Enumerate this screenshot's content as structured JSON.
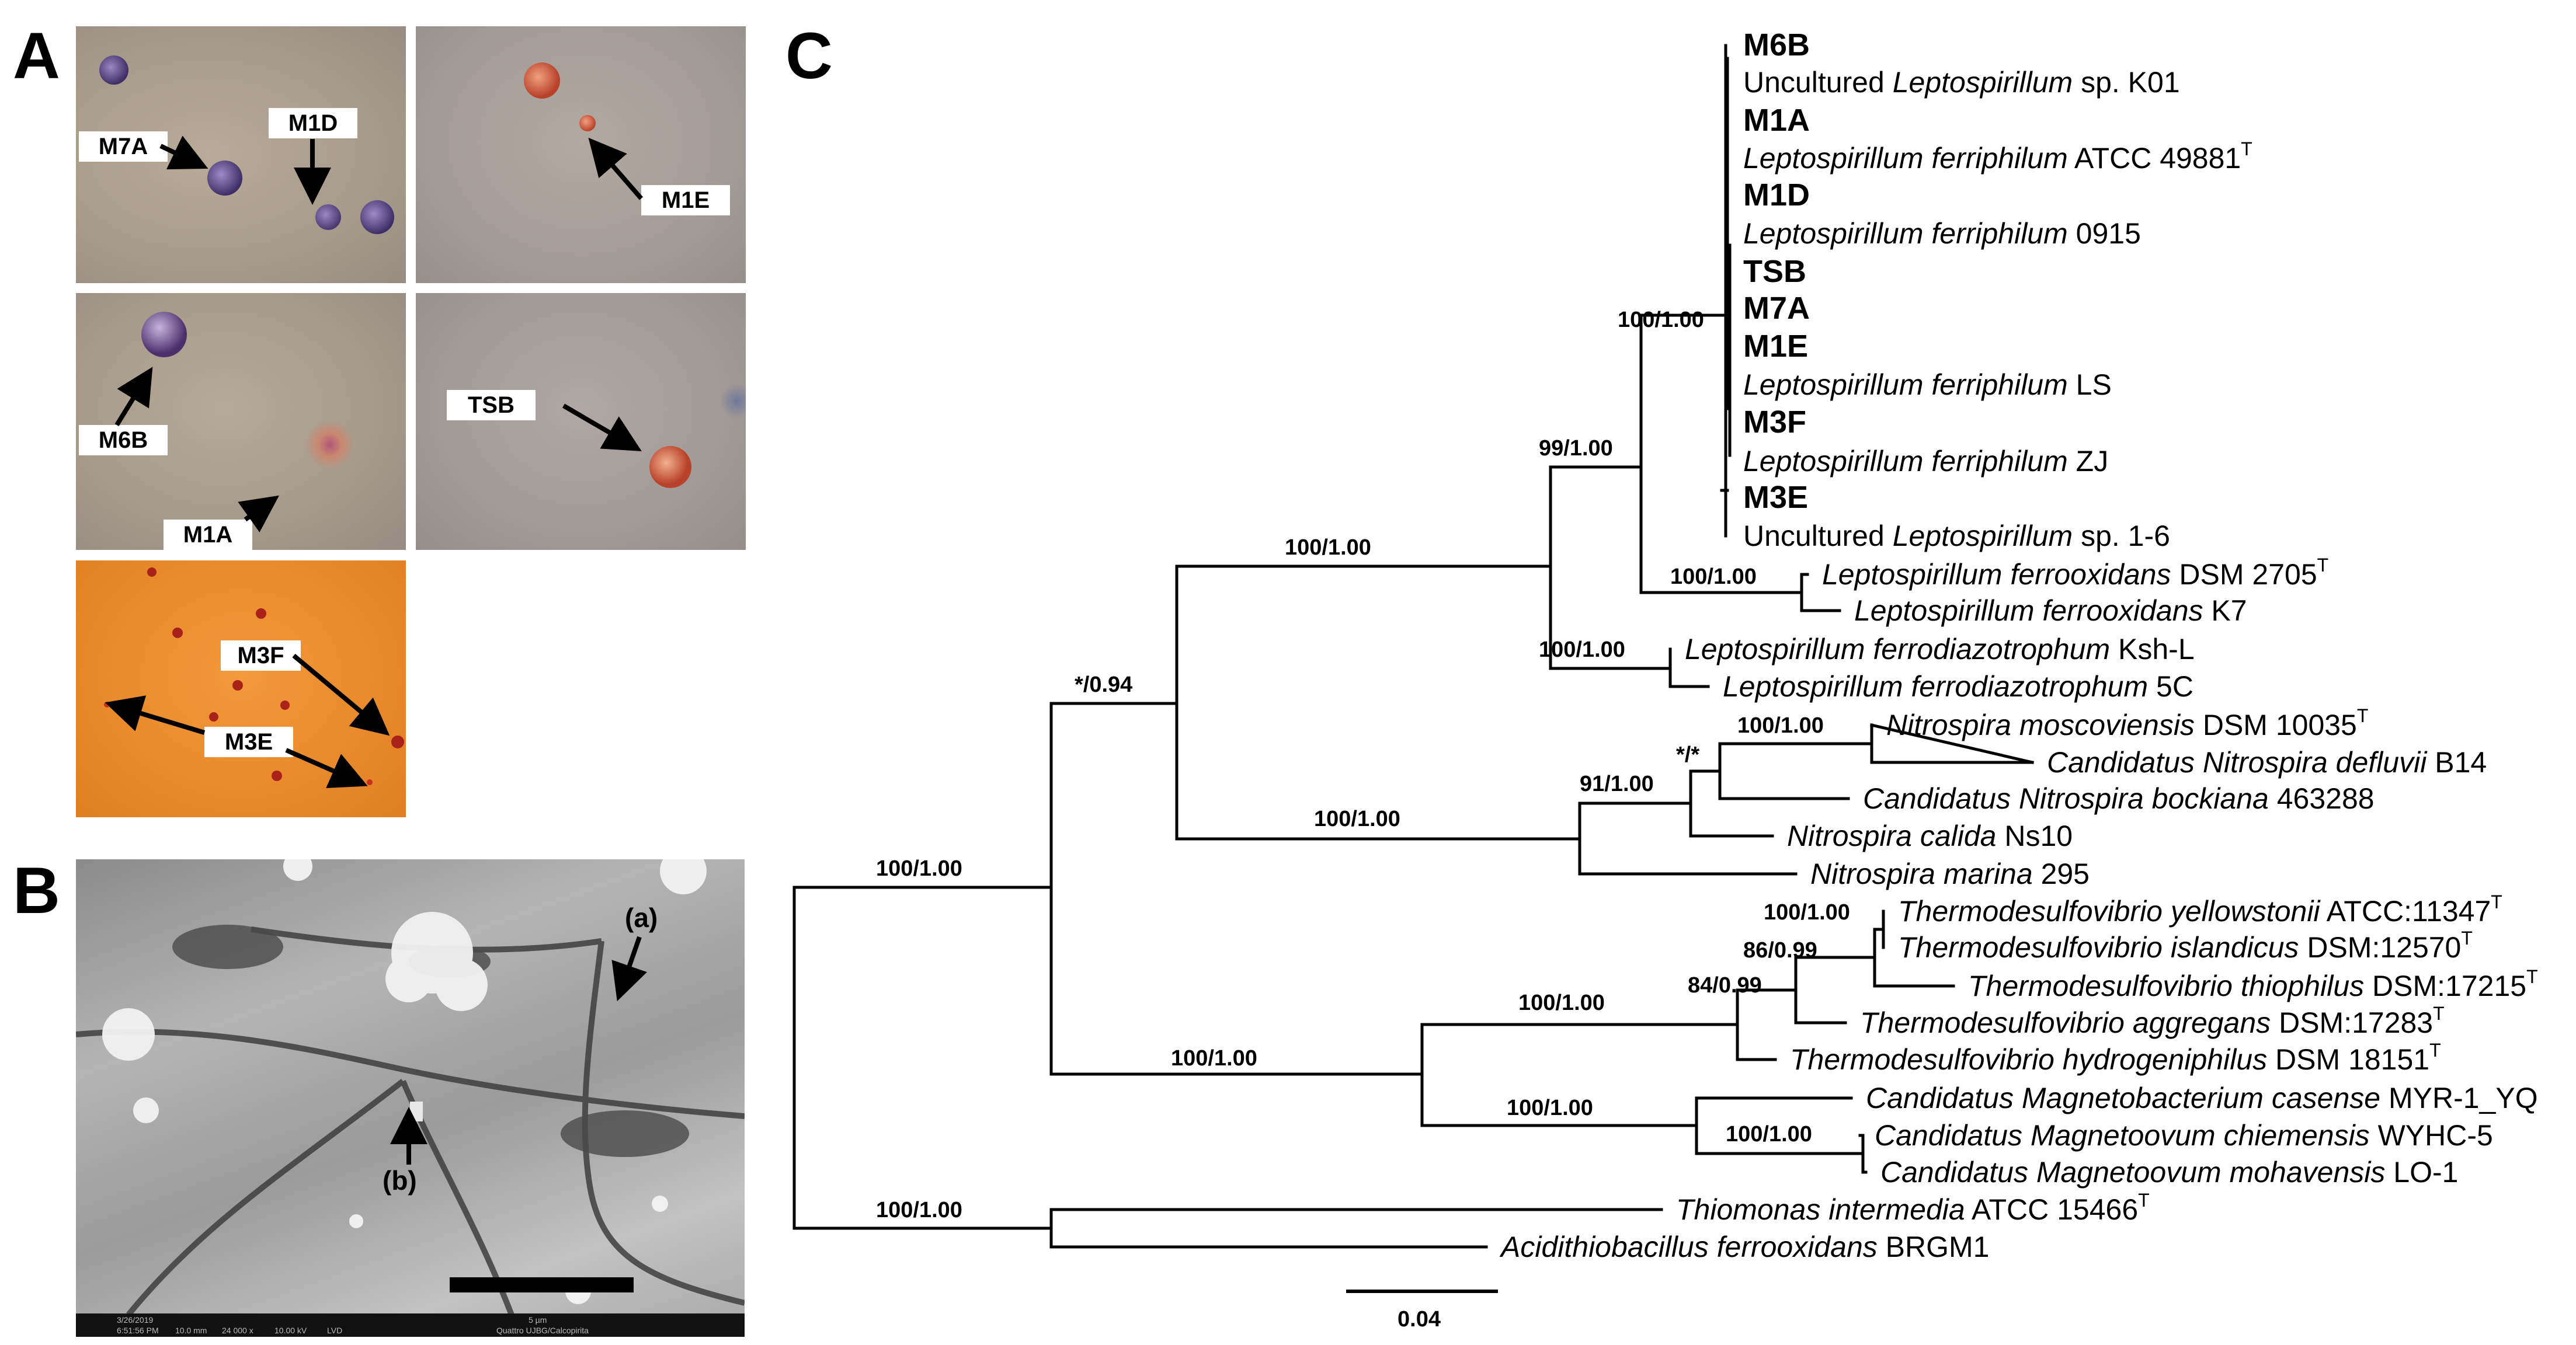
{
  "panels": {
    "a": {
      "letter": "A",
      "labels": [
        "M7A",
        "M1D",
        "M1E",
        "M6B",
        "TSB",
        "M1A",
        "M3F",
        "M3E"
      ]
    },
    "b": {
      "letter": "B",
      "markers": [
        "(a)",
        "(b)"
      ],
      "scale_label": "5 µm",
      "footer": {
        "date": "3/26/2019",
        "time": "6:51:56 PM",
        "wd": "10.0 mm",
        "mag": "24 000 x",
        "hv": "10.00 kV",
        "det": "LVD",
        "instrument": "Quattro UJBG/Calcopirita"
      }
    },
    "c": {
      "letter": "C",
      "scale_bar": "0.04",
      "tree": {
        "taxa": [
          {
            "name": "M6B",
            "bold": true
          },
          {
            "pre": "Uncultured ",
            "it": "Leptospirillum",
            "post": " sp. K01"
          },
          {
            "name": "M1A",
            "bold": true
          },
          {
            "it": "Leptospirillum ferriphilum",
            "post": " ATCC 49881",
            "sup": "T"
          },
          {
            "name": "M1D",
            "bold": true
          },
          {
            "it": "Leptospirillum ferriphilum",
            "post": " 0915"
          },
          {
            "name": "TSB",
            "bold": true
          },
          {
            "name": "M7A",
            "bold": true
          },
          {
            "name": "M1E",
            "bold": true
          },
          {
            "it": "Leptospirillum ferriphilum",
            "post": " LS"
          },
          {
            "name": "M3F",
            "bold": true
          },
          {
            "it": "Leptospirillum ferriphilum",
            "post": " ZJ"
          },
          {
            "name": "M3E",
            "bold": true
          },
          {
            "pre": "Uncultured ",
            "it": "Leptospirillum",
            "post": " sp. 1-6"
          },
          {
            "it": "Leptospirillum ferrooxidans",
            "post": " DSM 2705",
            "sup": "T"
          },
          {
            "it": "Leptospirillum ferrooxidans",
            "post": " K7"
          },
          {
            "it": "Leptospirillum ferrodiazotrophum",
            "post": " Ksh-L"
          },
          {
            "it": "Leptospirillum ferrodiazotrophum",
            "post": " 5C"
          },
          {
            "it": "Nitrospira moscoviensis",
            "post": " DSM 10035",
            "sup": "T"
          },
          {
            "it": "Candidatus Nitrospira defluvii",
            "post": " B14"
          },
          {
            "it": "Candidatus Nitrospira bockiana",
            "post": " 463288"
          },
          {
            "it": "Nitrospira calida",
            "post": " Ns10"
          },
          {
            "it": "Nitrospira marina",
            "post": " 295"
          },
          {
            "it": "Thermodesulfovibrio yellowstonii",
            "post": " ATCC:11347",
            "sup": "T"
          },
          {
            "it": "Thermodesulfovibrio islandicus",
            "post": " DSM:12570",
            "sup": "T"
          },
          {
            "it": "Thermodesulfovibrio thiophilus",
            "post": " DSM:17215",
            "sup": "T"
          },
          {
            "it": "Thermodesulfovibrio aggregans",
            "post": " DSM:17283",
            "sup": "T"
          },
          {
            "it": "Thermodesulfovibrio hydrogeniphilus",
            "post": " DSM 18151",
            "sup": "T"
          },
          {
            "it": "Candidatus Magnetobacterium casense",
            "post": " MYR-1_YQ"
          },
          {
            "it": "Candidatus Magnetoovum chiemensis",
            "post": " WYHC-5"
          },
          {
            "it": "Candidatus Magnetoovum mohavensis",
            "post": " LO-1"
          },
          {
            "it": "Thiomonas intermedia",
            "post": " ATCC 15466",
            "sup": "T"
          },
          {
            "it": "Acidithiobacillus ferrooxidans",
            "post": " BRGM1"
          }
        ],
        "supports": [
          "100/1.00",
          "99/1.00",
          "100/1.00",
          "100/1.00",
          "100/1.00",
          "*/0.94",
          "100/1.00",
          "*/*",
          "91/1.00",
          "100/1.00",
          "100/1.00",
          "86/0.99",
          "84/0.99",
          "100/1.00",
          "100/1.00",
          "100/1.00",
          "100/1.00",
          "100/1.00",
          "100/1.00"
        ]
      }
    }
  },
  "colors": {
    "plate_grey": "#a59a8c",
    "plate_orange": "#e98a2c",
    "colony_purple": "#5b3f78",
    "colony_red": "#b8422a"
  }
}
